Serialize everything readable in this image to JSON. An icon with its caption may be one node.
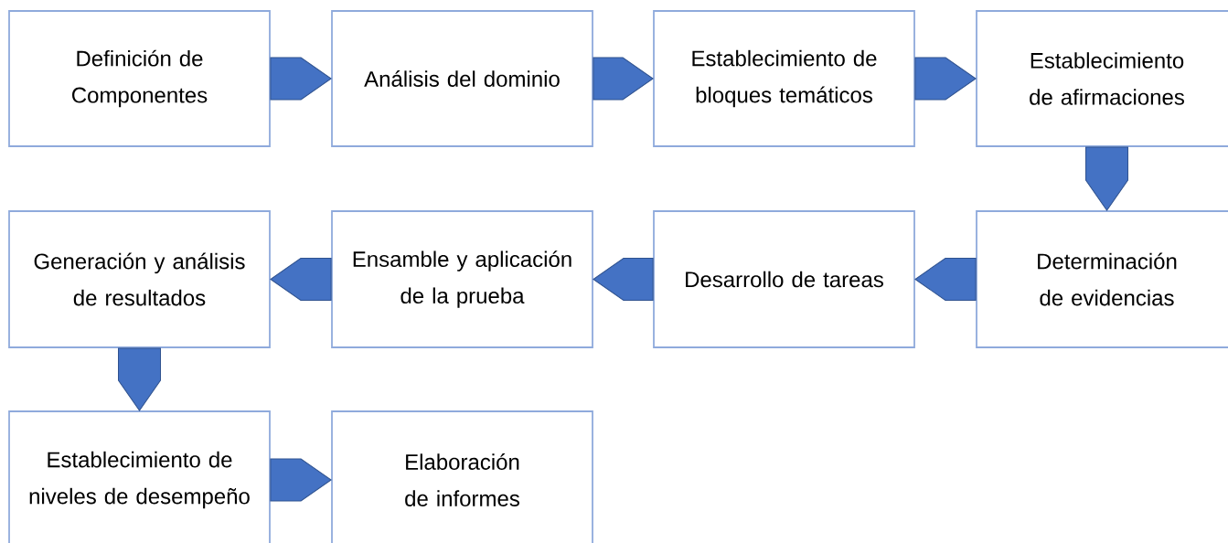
{
  "diagram": {
    "nodes": [
      {
        "text": [
          "Definición de Componentes"
        ]
      },
      {
        "text": [
          "Análisis del dominio"
        ]
      },
      {
        "text": [
          "Establecimiento de bloques temáticos"
        ]
      },
      {
        "text": [
          "Establecimiento de afirmaciones"
        ]
      },
      {
        "text": [
          "Determinación de evidencias"
        ]
      },
      {
        "text": [
          "Desarrollo de tareas"
        ]
      },
      {
        "text": [
          "Ensamble y aplicación de la prueba"
        ]
      },
      {
        "text": [
          "Generación y análisis de resultados"
        ]
      },
      {
        "text": [
          "Establecimiento de niveles de desempeño"
        ]
      },
      {
        "text": [
          "Elaboración de informes"
        ]
      }
    ],
    "edges": [
      {
        "from": 0,
        "to": 1,
        "arrow": "to"
      },
      {
        "from": 1,
        "to": 2,
        "arrow": "to"
      },
      {
        "from": 2,
        "to": 3,
        "arrow": "to"
      },
      {
        "from": 3,
        "to": 4,
        "arrow": "to"
      },
      {
        "from": 4,
        "to": 5,
        "arrow": "to"
      },
      {
        "from": 5,
        "to": 6,
        "arrow": "to"
      },
      {
        "from": 6,
        "to": 7,
        "arrow": "to"
      },
      {
        "from": 7,
        "to": 8,
        "arrow": "to"
      },
      {
        "from": 8,
        "to": 9,
        "arrow": "to"
      }
    ]
  }
}
